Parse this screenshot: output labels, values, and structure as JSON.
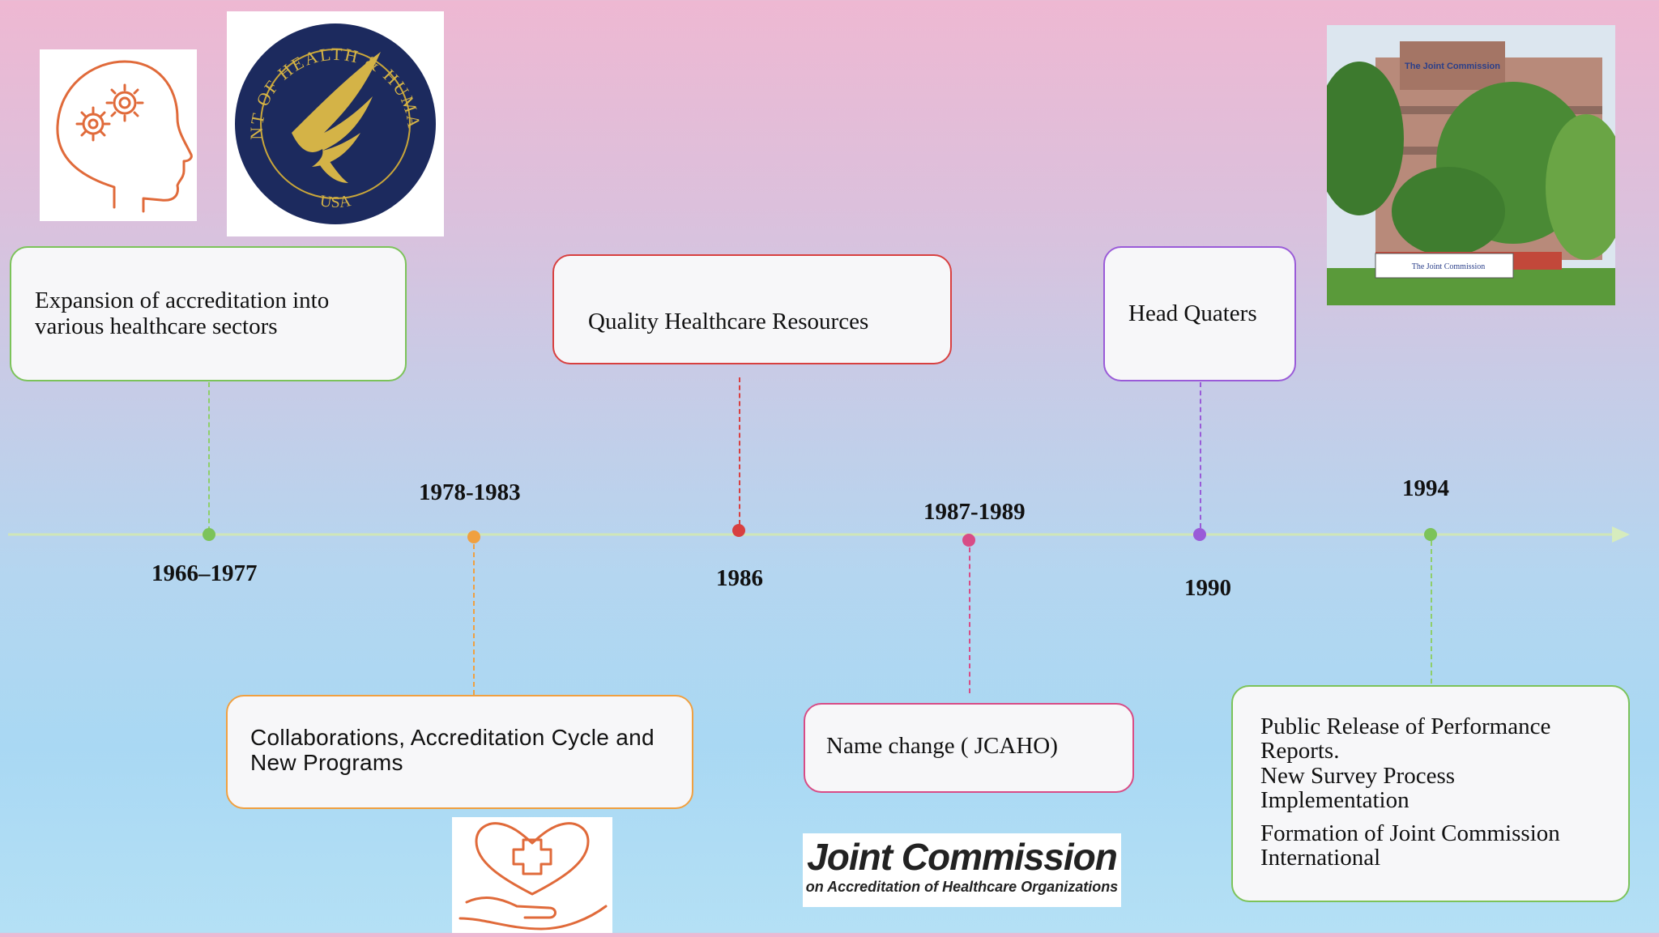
{
  "timeline": {
    "events": [
      {
        "year": "1966–1977",
        "text": [
          "Expansion of accreditation into",
          "various healthcare sectors"
        ],
        "color": "#7cc35a"
      },
      {
        "year": "1978-1983",
        "text": [
          "Collaborations, Accreditation Cycle and",
          "New Programs"
        ],
        "color": "#f0a040"
      },
      {
        "year": "1986",
        "text": [
          "Quality Healthcare Resources"
        ],
        "color": "#d84040"
      },
      {
        "year": "1987-1989",
        "text": [
          "Name change ( JCAHO)"
        ],
        "color": "#d84c86"
      },
      {
        "year": "1990",
        "text": [
          "Head Quaters"
        ],
        "color": "#9a5bd8"
      },
      {
        "year": "1994",
        "text": [
          "Public Release of Performance",
          "Reports.",
          "New Survey Process",
          "Implementation",
          "Formation of Joint Commission",
          "International"
        ],
        "color": "#7cc35a"
      }
    ],
    "axis_color": "#cfe6b8"
  },
  "images": {
    "hhs_seal_text_top": "DEPARTMENT OF HEALTH & HUMAN SERVICES",
    "hhs_seal_text_bottom": "USA",
    "jc_logo_title": "Joint Commission",
    "jc_logo_subtitle": "on Accreditation of Healthcare Organizations",
    "building_sign": "The Joint Commission",
    "building_ground_sign": "The Joint Commission"
  },
  "icons": [
    "head-gears-icon",
    "heart-hand-cross-icon"
  ]
}
